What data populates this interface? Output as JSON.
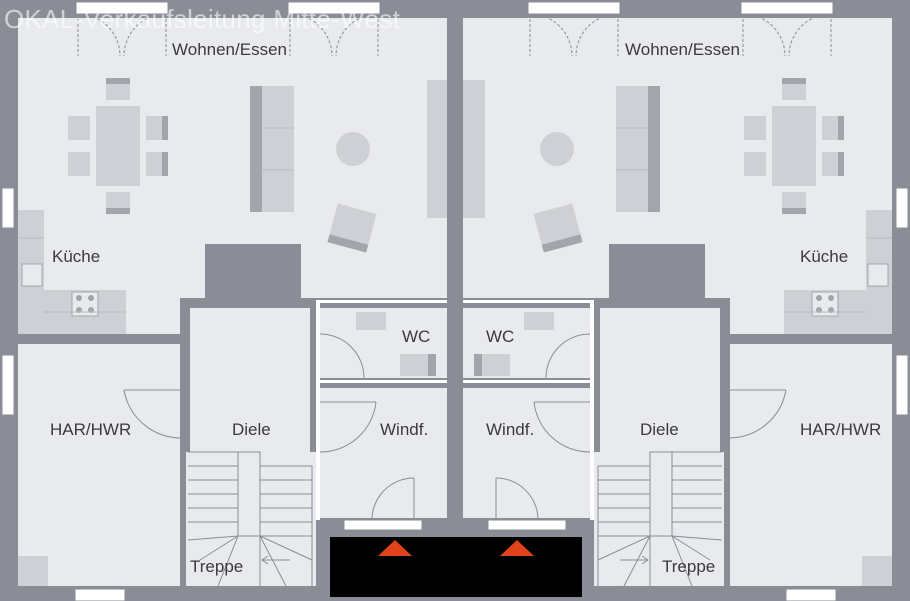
{
  "watermark": "OKAL-Verkaufsleitung Mitte-West",
  "rooms": {
    "left": {
      "living": "Wohnen/Essen",
      "kitchen": "Küche",
      "utility": "HAR/HWR",
      "hall": "Diele",
      "wc": "WC",
      "vestibule": "Windf.",
      "stairs": "Treppe"
    },
    "right": {
      "living": "Wohnen/Essen",
      "kitchen": "Küche",
      "utility": "HAR/HWR",
      "hall": "Diele",
      "wc": "WC",
      "vestibule": "Windf.",
      "stairs": "Treppe"
    }
  },
  "colors": {
    "wall": "#8a8d96",
    "floor": "#e9eaee",
    "furniture": "#cfd0d5",
    "furniture_shadow": "#a3a5ad",
    "entrance": "#000000",
    "entrance_arrow": "#e0421c",
    "label": "#3a3a3f"
  }
}
